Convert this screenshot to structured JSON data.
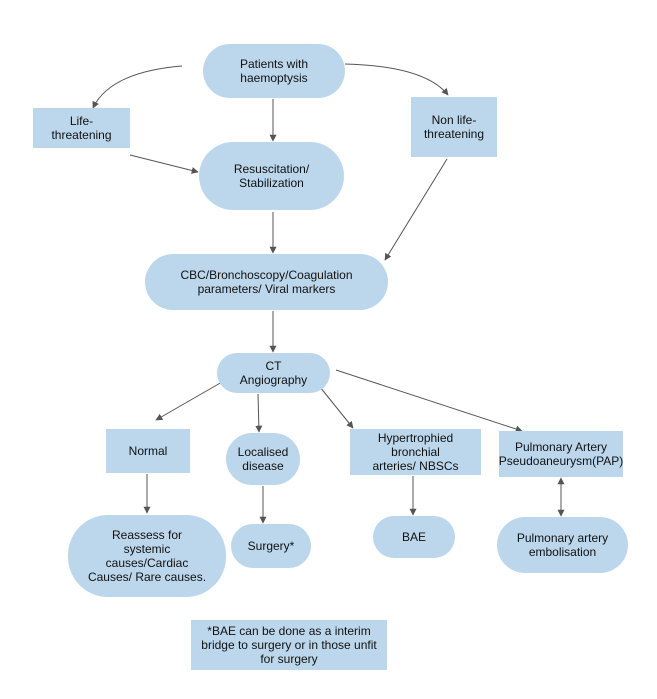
{
  "nodes": {
    "start": "Patients with\nhaemoptysis",
    "life": "Life- threatening",
    "nonlife": "Non life-\nthreatening",
    "resus": "Resuscitation/\nStabilization",
    "cbc": "CBC/Bronchoscopy/Coagulation\nparameters/ Viral markers",
    "ct": "CT\nAngiography",
    "normal": "Normal",
    "localised": "Localised\ndisease",
    "hyper": "Hypertrophied bronchial\narteries/ NBSCs",
    "pap": "Pulmonary Artery\nPseudoaneurysm(PAP)",
    "reassess": "Reassess for\nsystemic\ncauses/Cardiac\nCauses/ Rare causes.",
    "surgery": "Surgery*",
    "bae": "BAE",
    "embol": "Pulmonary artery\nembolisation",
    "note": "*BAE can be done as a interim\nbridge to surgery or in those unfit\nfor surgery"
  },
  "colors": {
    "node_fill": "#bcd7ec",
    "arrow": "#555555"
  }
}
